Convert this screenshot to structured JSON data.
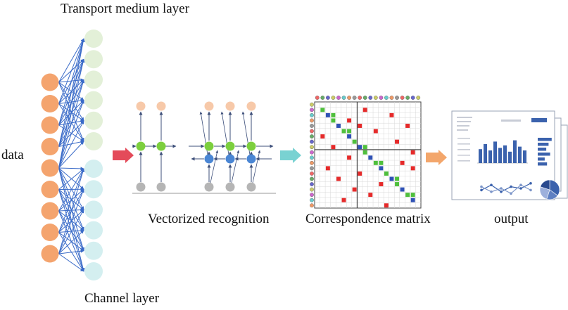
{
  "labels": {
    "transport_layer": "Transport medium layer",
    "channel_layer": "Channel layer",
    "data": "data",
    "vectorized": "Vectorized recognition",
    "correspondence": "Correspondence matrix",
    "output": "output"
  },
  "colors": {
    "input_node": "#f4a46e",
    "transport_node": "#e3f0d8",
    "channel_node": "#d4eff0",
    "edge": "#3a6bc8",
    "arrow_red": "#e44b5a",
    "arrow_teal": "#79d2d2",
    "arrow_orange": "#f3a66b",
    "rnn_top": "#f7c9a9",
    "rnn_green": "#7ccf3e",
    "rnn_blue": "#4a86d4",
    "rnn_gray": "#b5b5b5",
    "matrix_red": "#e52a2a",
    "matrix_green": "#4fbf3c",
    "matrix_blue": "#2f51b5",
    "dashboard_bar": "#3b62ad"
  },
  "network": {
    "input_count": 9,
    "transport_count": 6,
    "channel_count": 6
  },
  "matrix": {
    "size": 20,
    "blocks": [
      {
        "r": 1,
        "c": 1,
        "k": "green"
      },
      {
        "r": 2,
        "c": 2,
        "k": "blue"
      },
      {
        "r": 3,
        "c": 3,
        "k": "green"
      },
      {
        "r": 4,
        "c": 4,
        "k": "blue"
      },
      {
        "r": 5,
        "c": 5,
        "k": "green"
      },
      {
        "r": 6,
        "c": 6,
        "k": "blue"
      },
      {
        "r": 7,
        "c": 7,
        "k": "green"
      },
      {
        "r": 8,
        "c": 8,
        "k": "blue"
      },
      {
        "r": 9,
        "c": 9,
        "k": "green"
      },
      {
        "r": 10,
        "c": 10,
        "k": "blue"
      },
      {
        "r": 11,
        "c": 11,
        "k": "green"
      },
      {
        "r": 12,
        "c": 12,
        "k": "blue"
      },
      {
        "r": 13,
        "c": 13,
        "k": "green"
      },
      {
        "r": 14,
        "c": 14,
        "k": "blue"
      },
      {
        "r": 15,
        "c": 15,
        "k": "green"
      },
      {
        "r": 16,
        "c": 16,
        "k": "blue"
      },
      {
        "r": 17,
        "c": 17,
        "k": "green"
      },
      {
        "r": 18,
        "c": 18,
        "k": "blue"
      },
      {
        "r": 2,
        "c": 3,
        "k": "green"
      },
      {
        "r": 5,
        "c": 6,
        "k": "green"
      },
      {
        "r": 8,
        "c": 9,
        "k": "green"
      },
      {
        "r": 11,
        "c": 12,
        "k": "green"
      },
      {
        "r": 14,
        "c": 15,
        "k": "green"
      },
      {
        "r": 17,
        "c": 18,
        "k": "green"
      },
      {
        "r": 1,
        "c": 9,
        "k": "red"
      },
      {
        "r": 2,
        "c": 14,
        "k": "red"
      },
      {
        "r": 3,
        "c": 6,
        "k": "red"
      },
      {
        "r": 4,
        "c": 17,
        "k": "red"
      },
      {
        "r": 5,
        "c": 11,
        "k": "red"
      },
      {
        "r": 6,
        "c": 1,
        "k": "red"
      },
      {
        "r": 7,
        "c": 15,
        "k": "red"
      },
      {
        "r": 8,
        "c": 3,
        "k": "red"
      },
      {
        "r": 9,
        "c": 18,
        "k": "red"
      },
      {
        "r": 10,
        "c": 6,
        "k": "red"
      },
      {
        "r": 11,
        "c": 16,
        "k": "red"
      },
      {
        "r": 12,
        "c": 2,
        "k": "red"
      },
      {
        "r": 13,
        "c": 8,
        "k": "red"
      },
      {
        "r": 14,
        "c": 4,
        "k": "red"
      },
      {
        "r": 15,
        "c": 12,
        "k": "red"
      },
      {
        "r": 16,
        "c": 7,
        "k": "red"
      },
      {
        "r": 17,
        "c": 10,
        "k": "red"
      },
      {
        "r": 18,
        "c": 5,
        "k": "red"
      },
      {
        "r": 19,
        "c": 13,
        "k": "red"
      },
      {
        "r": 4,
        "c": 8,
        "k": "red"
      },
      {
        "r": 12,
        "c": 18,
        "k": "red"
      }
    ]
  },
  "dashboard": {
    "bars": [
      0.55,
      0.75,
      0.5,
      0.85,
      0.6,
      0.7,
      0.45,
      0.9,
      0.65,
      0.5
    ],
    "hbars": [
      0.9,
      0.7,
      0.55,
      0.8,
      0.45,
      0.6
    ],
    "line_a": [
      0.4,
      0.7,
      0.3,
      0.6,
      0.5,
      0.8
    ],
    "line_b": [
      0.6,
      0.3,
      0.5,
      0.2,
      0.7,
      0.4
    ]
  }
}
